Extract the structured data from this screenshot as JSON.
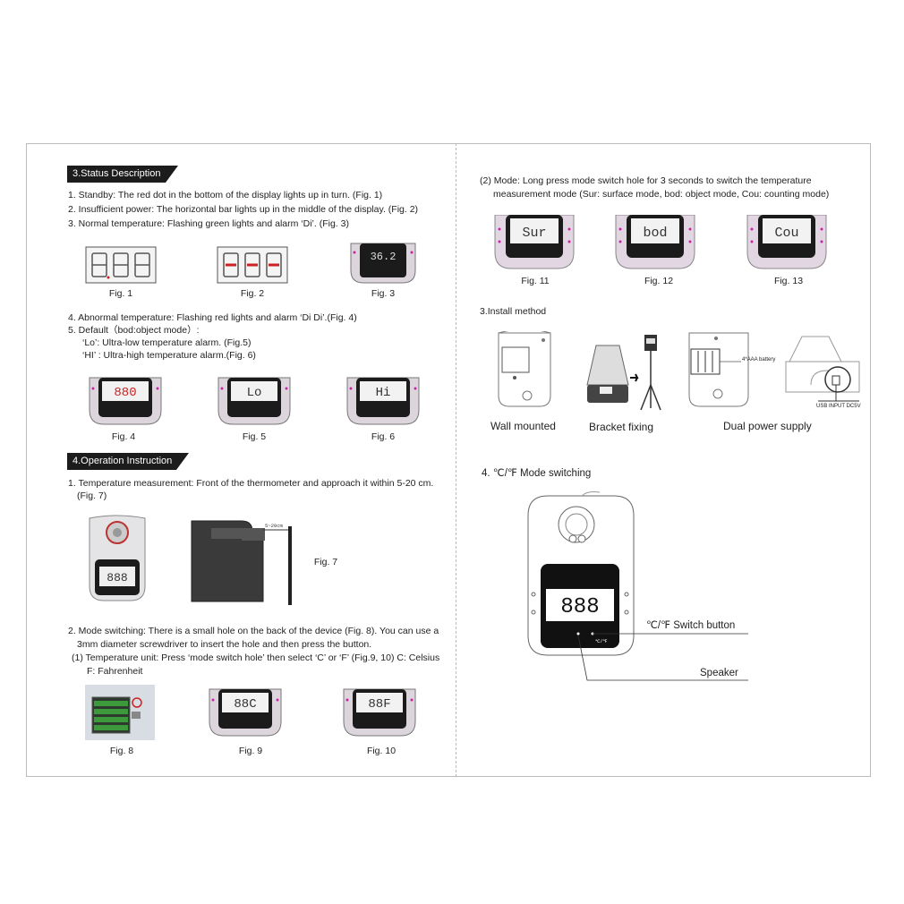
{
  "left": {
    "status_header": "3.Status Description",
    "status_lines": [
      "1. Standby:  The red dot in the bottom of the display lights up in turn. (Fig. 1)",
      "2. Insufficient power: The horizontal bar lights up in the middle of the display. (Fig. 2)",
      "3. Normal temperature: Flashing green lights and alarm ‘Di’. (Fig. 3)"
    ],
    "figs_row1": [
      "Fig. 1",
      "Fig. 2",
      "Fig. 3"
    ],
    "displays_row1": [
      "888",
      "- - -",
      "36.2"
    ],
    "status_lines2": [
      "4. Abnormal temperature: Flashing red lights and alarm ‘Di Di’.(Fig. 4)",
      "5. Default（bod:object mode）:",
      "‘Lo’: Ultra-low temperature alarm. (Fig.5)",
      "‘HI’ : Ultra-high temperature alarm.(Fig. 6)"
    ],
    "figs_row2": [
      "Fig. 4",
      "Fig. 5",
      "Fig. 6"
    ],
    "displays_row2": [
      "880",
      "Lo",
      "Hi"
    ],
    "op_header": "4.Operation Instruction",
    "op_lines": [
      "1. Temperature measurement: Front of the thermometer and approach it within 5-20 cm.",
      "(Fig. 7)"
    ],
    "fig7_display": "888",
    "fig7_distance": "5~20cm",
    "fig7_caption": "Fig. 7",
    "mode_lines": [
      "2. Mode switching: There is a small hole on the back of the device (Fig. 8). You can use a",
      "3mm diameter screwdriver to insert the hole and then press the button.",
      "(1) Temperature unit: Press ‘mode switch hole’ then select ‘C’ or ‘F’ (Fig.9, 10)   C: Celsius",
      "F: Fahrenheit"
    ],
    "figs_row3": [
      "Fig. 8",
      "Fig. 9",
      "Fig. 10"
    ],
    "displays_row3": [
      "88C",
      "88F"
    ]
  },
  "right": {
    "mode_lines": [
      "(2) Mode: Long press mode switch hole for 3 seconds to switch the temperature",
      "measurement mode (Sur: surface mode, bod: object mode, Cou: counting mode)"
    ],
    "displays": [
      "Sur",
      "bod",
      "Cou"
    ],
    "figs": [
      "Fig. 11",
      "Fig. 12",
      "Fig. 13"
    ],
    "install_title": "3.Install method",
    "battery_label": "4*AAA battery",
    "usb_label": "USB INPUT DC5V",
    "install_labels": [
      "Wall mounted",
      "Bracket fixing",
      "Dual power supply"
    ],
    "cf_title": "4. ℃/℉  Mode switching",
    "big_display": "888",
    "cf_small": "℃/℉",
    "switch_label": "℃/℉  Switch button",
    "speaker_label": "Speaker"
  }
}
